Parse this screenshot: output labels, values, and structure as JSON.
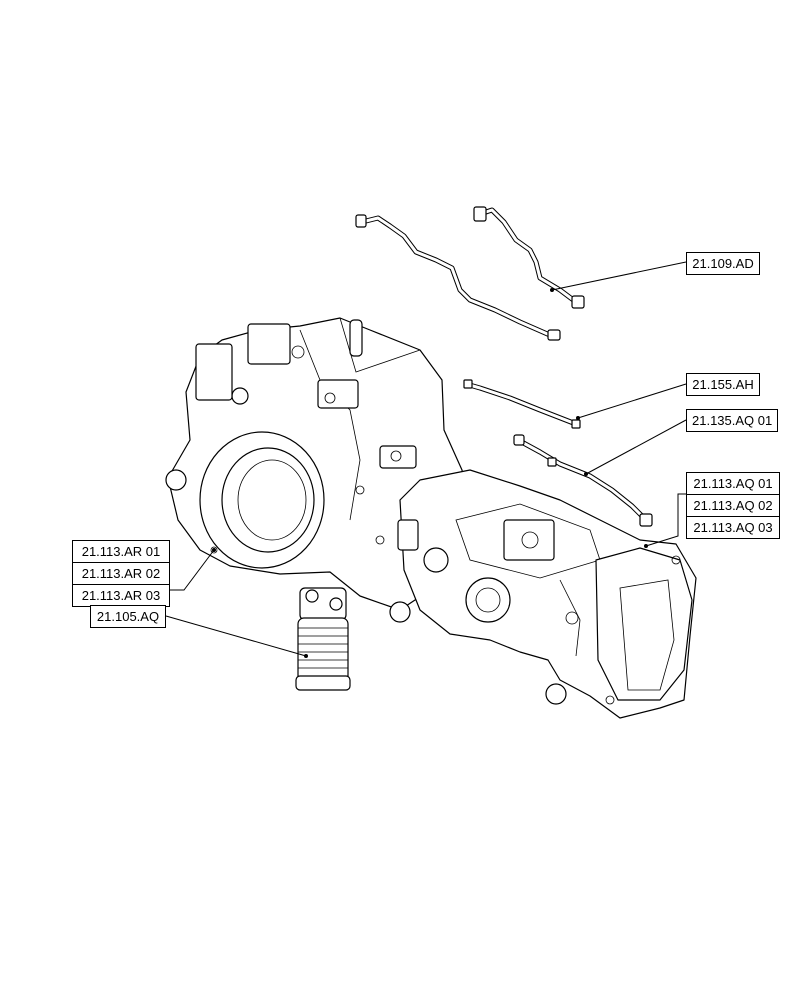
{
  "callouts": {
    "pipe_right": "21.109.AD",
    "pipe_mid": "21.155.AH",
    "pipe_small": "21.135.AQ 01",
    "rear_housing": [
      "21.113.AQ 01",
      "21.113.AQ 02",
      "21.113.AQ 03"
    ],
    "front_housing": [
      "21.113.AR 01",
      "21.113.AR 02",
      "21.113.AR 03"
    ],
    "filter": "21.105.AQ"
  }
}
